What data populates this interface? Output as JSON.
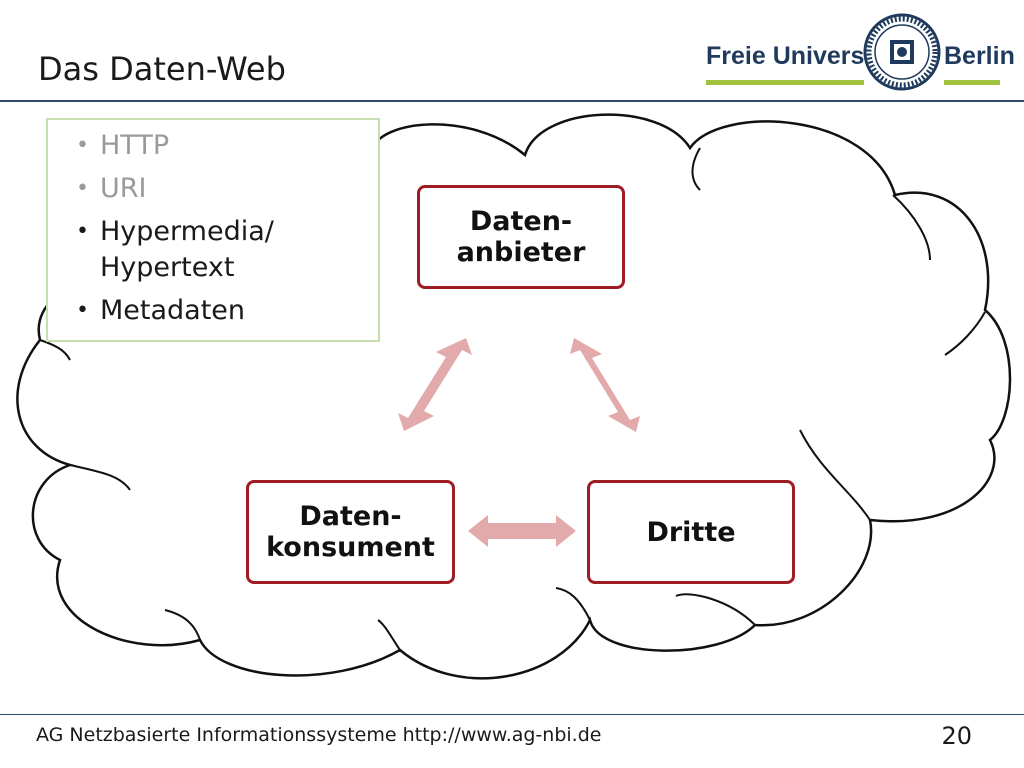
{
  "slide": {
    "title": "Das Daten-Web",
    "footer": "AG Netzbasierte Informationssysteme http://www.ag-nbi.de",
    "page_number": "20"
  },
  "logo": {
    "word_left": "Freie Universität",
    "word_right": "Berlin",
    "seal_text": "VERITAS IUSTITIA LIBERTAS",
    "color": "#1f3a5c",
    "accent": "#9fc23e"
  },
  "bullets": [
    {
      "text": "HTTP",
      "dimmed": true
    },
    {
      "text": "URI",
      "dimmed": true
    },
    {
      "text": "Hypermedia/\nHypertext",
      "dimmed": false
    },
    {
      "text": "Metadaten",
      "dimmed": false
    }
  ],
  "diagram": {
    "nodes": {
      "anbieter": "Daten-\nanbieter",
      "konsument": "Daten-\nkonsument",
      "dritte": "Dritte"
    },
    "node_border_color": "#a01c24",
    "arrow_color": "#e2aaaa"
  }
}
